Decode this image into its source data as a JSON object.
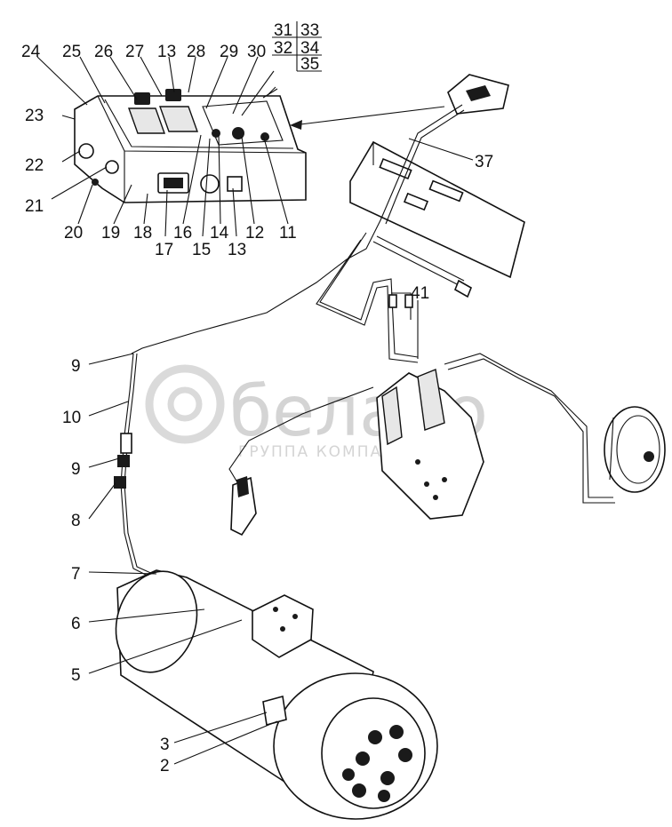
{
  "watermark": {
    "brand": "белаpо",
    "subtitle": "ГРУППА КОМПАНИЙ"
  },
  "callouts": [
    {
      "id": "c24",
      "text": "24"
    },
    {
      "id": "c25",
      "text": "25"
    },
    {
      "id": "c26",
      "text": "26"
    },
    {
      "id": "c27",
      "text": "27"
    },
    {
      "id": "c13a",
      "text": "13"
    },
    {
      "id": "c28",
      "text": "28"
    },
    {
      "id": "c29",
      "text": "29"
    },
    {
      "id": "c30",
      "text": "30"
    },
    {
      "id": "c31",
      "text": "31"
    },
    {
      "id": "c32",
      "text": "32"
    },
    {
      "id": "c33",
      "text": "33"
    },
    {
      "id": "c34",
      "text": "34"
    },
    {
      "id": "c35",
      "text": "35"
    },
    {
      "id": "c23",
      "text": "23"
    },
    {
      "id": "c22",
      "text": "22"
    },
    {
      "id": "c21",
      "text": "21"
    },
    {
      "id": "c20",
      "text": "20"
    },
    {
      "id": "c19",
      "text": "19"
    },
    {
      "id": "c18",
      "text": "18"
    },
    {
      "id": "c17",
      "text": "17"
    },
    {
      "id": "c16",
      "text": "16"
    },
    {
      "id": "c15",
      "text": "15"
    },
    {
      "id": "c14",
      "text": "14"
    },
    {
      "id": "c13b",
      "text": "13"
    },
    {
      "id": "c12",
      "text": "12"
    },
    {
      "id": "c11",
      "text": "11"
    },
    {
      "id": "c37",
      "text": "37"
    },
    {
      "id": "c41",
      "text": "41"
    },
    {
      "id": "c9a",
      "text": "9"
    },
    {
      "id": "c10",
      "text": "10"
    },
    {
      "id": "c9b",
      "text": "9"
    },
    {
      "id": "c8",
      "text": "8"
    },
    {
      "id": "c7",
      "text": "7"
    },
    {
      "id": "c6",
      "text": "6"
    },
    {
      "id": "c5",
      "text": "5"
    },
    {
      "id": "c3",
      "text": "3"
    },
    {
      "id": "c2",
      "text": "2"
    }
  ]
}
